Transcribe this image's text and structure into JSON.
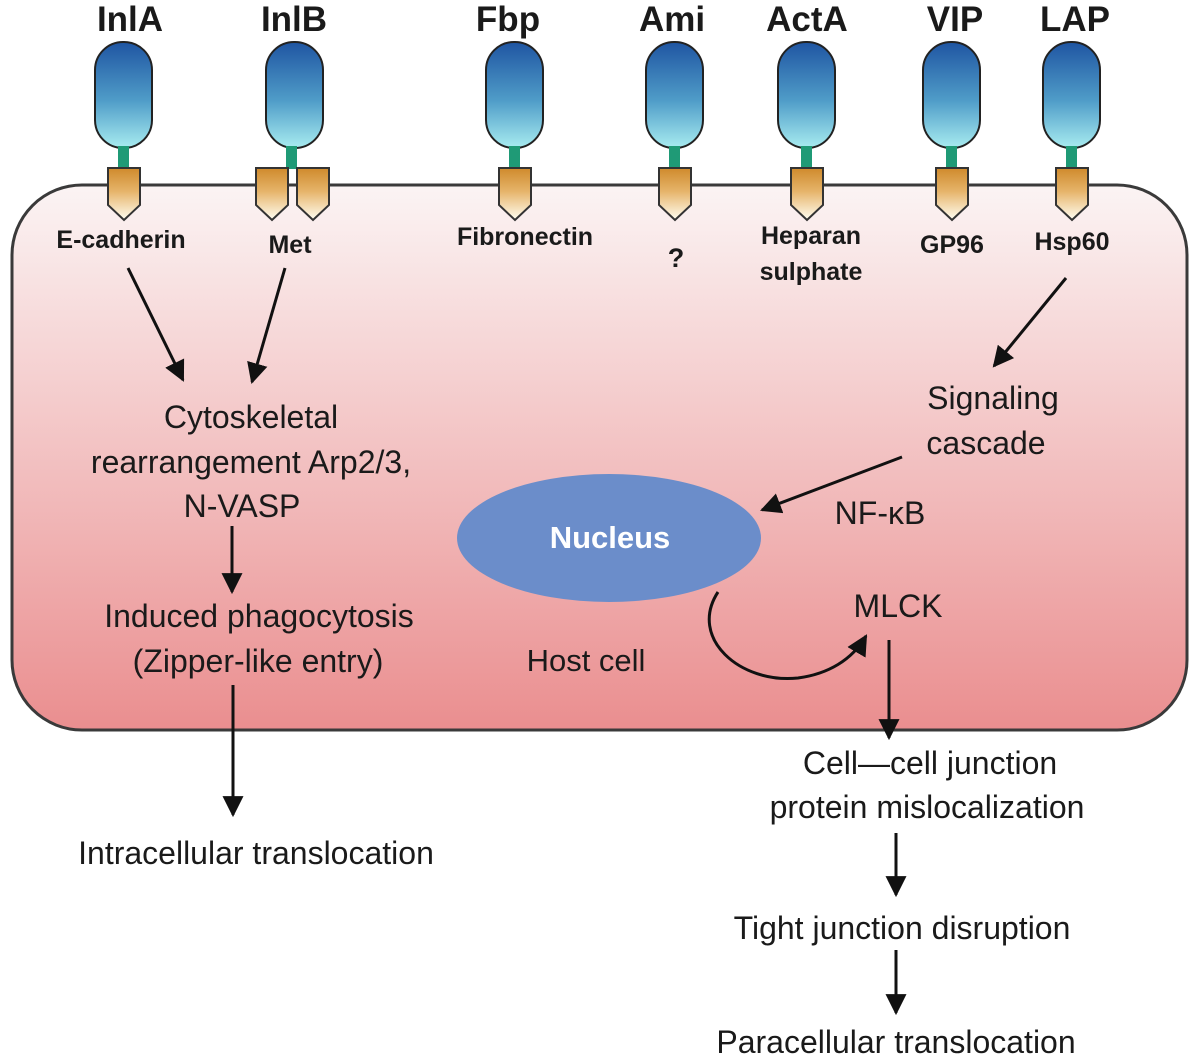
{
  "surface_proteins": [
    {
      "name": "InlA",
      "receptor": "E-cadherin"
    },
    {
      "name": "InlB",
      "receptor": "Met"
    },
    {
      "name": "Fbp",
      "receptor": "Fibronectin"
    },
    {
      "name": "Ami",
      "receptor": "?"
    },
    {
      "name": "ActA",
      "receptor_line1": "Heparan",
      "receptor_line2": "sulphate"
    },
    {
      "name": "VIP",
      "receptor": "GP96"
    },
    {
      "name": "LAP",
      "receptor": "Hsp60"
    }
  ],
  "left_pathway": {
    "cytoskeletal_line1": "Cytoskeletal",
    "cytoskeletal_line2": "rearrangement Arp2/3,",
    "cytoskeletal_line3": "N-VASP",
    "phagocytosis_line1": "Induced  phagocytosis",
    "phagocytosis_line2": "(Zipper-like entry)",
    "outcome": "Intracellular  translocation"
  },
  "right_pathway": {
    "signaling_line1": "Signaling",
    "signaling_line2": "cascade",
    "nfkb": "NF-κB",
    "mlck": "MLCK",
    "junction_line1": "Cell—cell junction",
    "junction_line2": "protein mislocalization",
    "tight_junction": "Tight  junction  disruption",
    "outcome": "Paracellular  translocation"
  },
  "nucleus_label": "Nucleus",
  "host_cell_label": "Host cell",
  "colors": {
    "cell_top": "#fbf4f4",
    "cell_bottom": "#ea8e8f",
    "cell_border": "#3a3a3a",
    "protein_top": "#1f55a2",
    "protein_bottom": "#a8ecf0",
    "stalk": "#1f9a76",
    "receptor_orange": "#d9953b",
    "receptor_light": "#fffef2",
    "nucleus": "#6b8dca"
  }
}
